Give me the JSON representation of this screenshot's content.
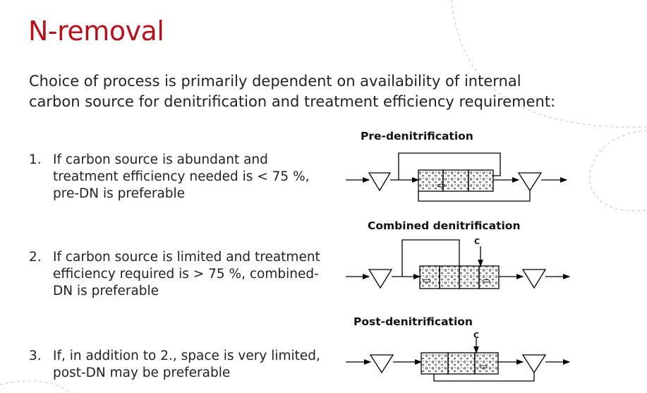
{
  "slide": {
    "title": "N-removal",
    "intro": "Choice of process is primarily dependent on availability of internal carbon source for denitrification and treatment efficiency requirement:",
    "items": [
      {
        "number": "1.",
        "text": "If carbon source is abundant and treatment efficiency needed is < 75 %, pre-DN is preferable"
      },
      {
        "number": "2.",
        "text": "If carbon source is limited and treatment efficiency required is > 75 %, combined-DN is preferable"
      },
      {
        "number": "3.",
        "text": "If, in addition to 2., space is very limited, post-DN may be preferable"
      }
    ]
  },
  "diagrams": {
    "pre": {
      "title": "Pre-denitrification"
    },
    "combined": {
      "title": "Combined denitrification",
      "carbon_label": "C"
    },
    "post": {
      "title": "Post-denitrification",
      "carbon_label": "C"
    }
  },
  "colors": {
    "title": "#b5121b",
    "decoration": "#cfcfcf"
  }
}
